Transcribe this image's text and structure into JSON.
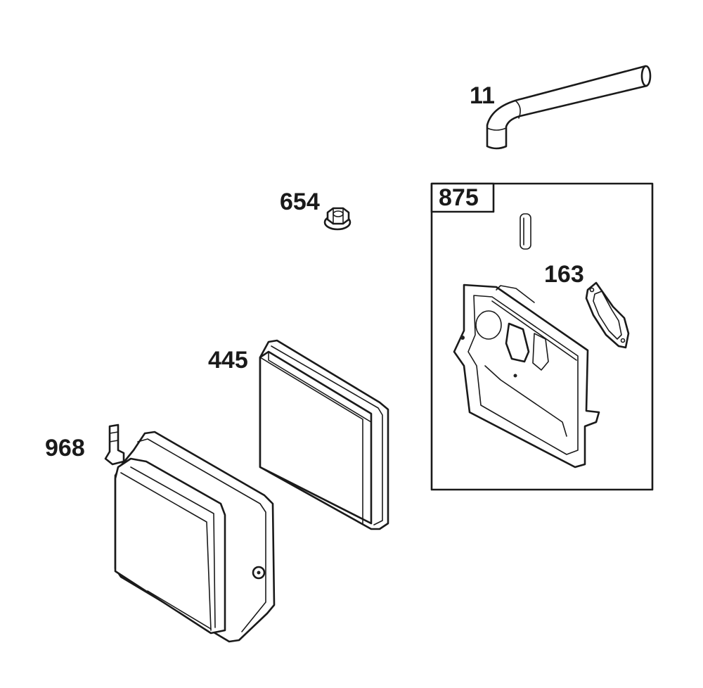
{
  "diagram": {
    "callouts": {
      "p11": "11",
      "p875": "875",
      "p654": "654",
      "p163": "163",
      "p445": "445",
      "p968": "968"
    },
    "colors": {
      "line": "#1a1a1a",
      "background": "#ffffff"
    }
  }
}
